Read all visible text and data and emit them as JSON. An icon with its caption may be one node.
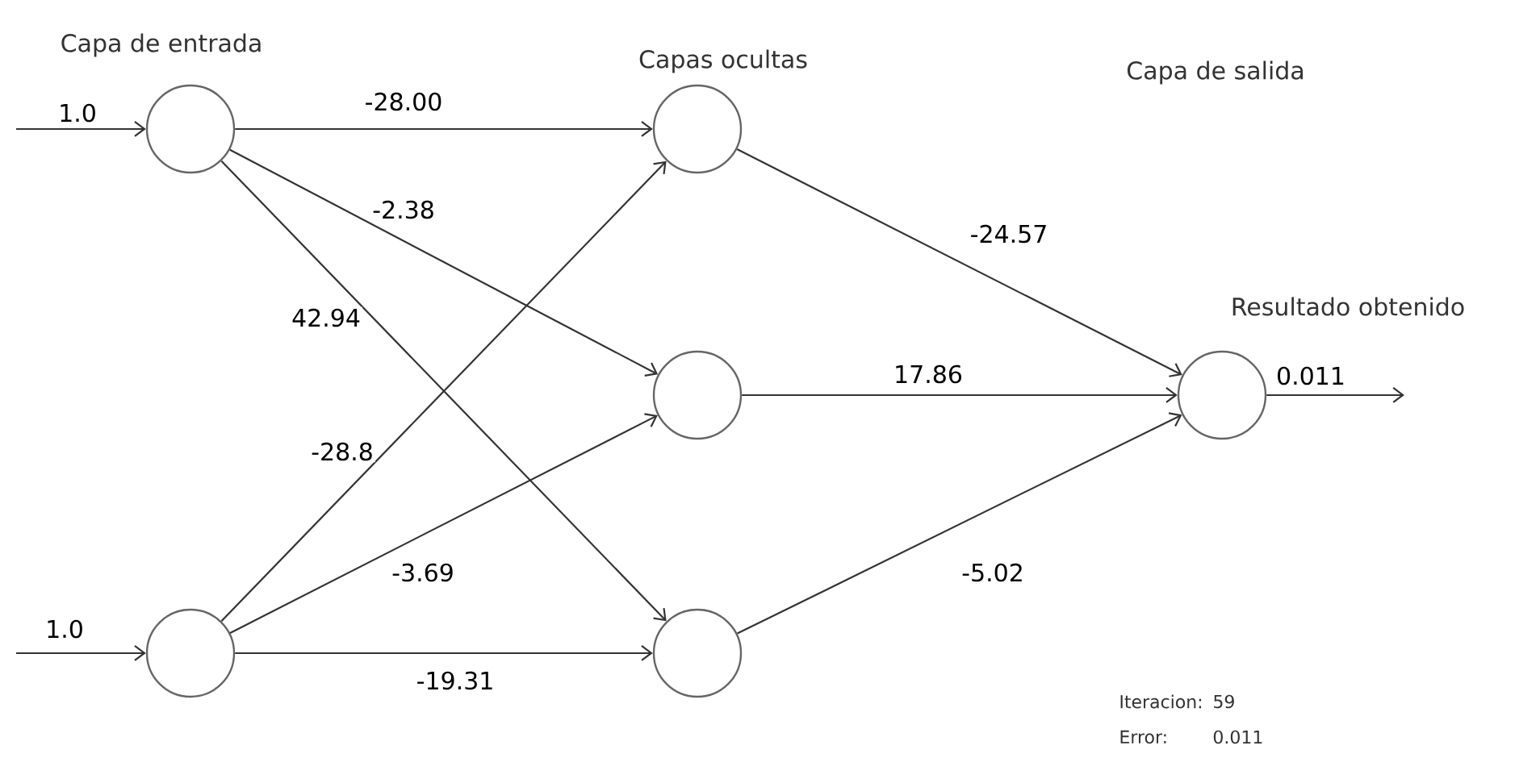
{
  "diagram": {
    "nodes": [
      {
        "text": [],
        "shape": "circle"
      },
      {
        "text": [],
        "shape": "circle"
      },
      {
        "text": [],
        "shape": "circle"
      },
      {
        "text": [],
        "shape": "circle"
      },
      {
        "text": [],
        "shape": "circle"
      },
      {
        "text": [],
        "shape": "circle"
      }
    ],
    "edges": [
      {
        "from": null,
        "to": 0,
        "arrow": "to",
        "label": "1.0"
      },
      {
        "from": null,
        "to": 1,
        "arrow": "to",
        "label": "1.0"
      },
      {
        "from": 0,
        "to": 2,
        "arrow": "to",
        "label": "-28.00"
      },
      {
        "from": 0,
        "to": 3,
        "arrow": "to",
        "label": "-2.38"
      },
      {
        "from": 0,
        "to": 4,
        "arrow": "to",
        "label": "42.94"
      },
      {
        "from": 1,
        "to": 2,
        "arrow": "to",
        "label": "-28.8"
      },
      {
        "from": 1,
        "to": 3,
        "arrow": "to",
        "label": "-3.69"
      },
      {
        "from": 1,
        "to": 4,
        "arrow": "to",
        "label": "-19.31"
      },
      {
        "from": 2,
        "to": 5,
        "arrow": "to",
        "label": "-24.57"
      },
      {
        "from": 3,
        "to": 5,
        "arrow": "to",
        "label": "17.86"
      },
      {
        "from": 4,
        "to": 5,
        "arrow": "to",
        "label": "-5.02"
      },
      {
        "from": 5,
        "to": null,
        "arrow": "to",
        "label": "0.011"
      }
    ],
    "labels": [
      "Capa de entrada",
      "Capas ocultas",
      "Capa de salida",
      "Resultado obtenido",
      "Iteracion:",
      "59",
      "Error:",
      "0.011"
    ]
  }
}
